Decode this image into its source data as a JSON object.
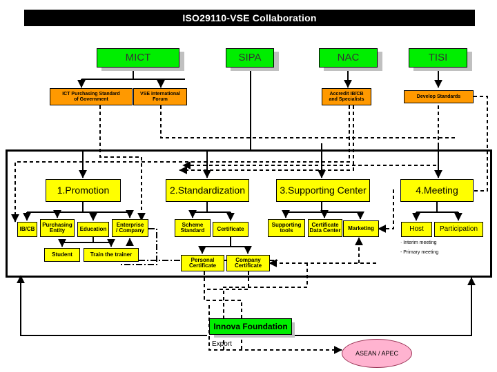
{
  "title": "ISO29110-VSE Collaboration",
  "agencies": [
    {
      "id": "mict",
      "label": "MICT"
    },
    {
      "id": "sipa",
      "label": "SIPA"
    },
    {
      "id": "nac",
      "label": "NAC"
    },
    {
      "id": "tisi",
      "label": "TISI"
    }
  ],
  "agency_tasks": [
    {
      "id": "ict-purchasing",
      "line1": "ICT Purchasing Standard",
      "line2": "of Government"
    },
    {
      "id": "vse-forum",
      "line1": "VSE international",
      "line2": "Forum"
    },
    {
      "id": "accredit",
      "line1": "Accredit IB/CB",
      "line2": "and Specialists"
    },
    {
      "id": "develop",
      "line1": "Develop Standards",
      "line2": ""
    }
  ],
  "pillars": [
    {
      "id": "promotion",
      "label": "1.Promotion"
    },
    {
      "id": "standardization",
      "label": "2.Standardization"
    },
    {
      "id": "supporting",
      "label": "3.Supporting Center"
    },
    {
      "id": "meeting",
      "label": "4.Meeting"
    }
  ],
  "promotion_children": [
    {
      "id": "ibcb",
      "line1": "IB/CB",
      "line2": ""
    },
    {
      "id": "purchasing",
      "line1": "Purchasing",
      "line2": "Entity"
    },
    {
      "id": "education",
      "line1": "Education",
      "line2": ""
    },
    {
      "id": "enterprise",
      "line1": "Enterprise",
      "line2": "/ Company"
    }
  ],
  "education_children": [
    {
      "id": "student",
      "label": "Student"
    },
    {
      "id": "trainer",
      "label": "Train the trainer"
    }
  ],
  "standardization_children": [
    {
      "id": "scheme",
      "line1": "Scheme",
      "line2": "Standard"
    },
    {
      "id": "certificate",
      "line1": "Certificate",
      "line2": ""
    }
  ],
  "certificate_children": [
    {
      "id": "personal-cert",
      "line1": "Personal",
      "line2": "Certificate"
    },
    {
      "id": "company-cert",
      "line1": "Company",
      "line2": "Certificate"
    }
  ],
  "supporting_children": [
    {
      "id": "supporting-tools",
      "line1": "Supporting",
      "line2": "tools"
    },
    {
      "id": "cert-data-center",
      "line1": "Certificate",
      "line2": "Data Center"
    },
    {
      "id": "marketing",
      "line1": "Marketing",
      "line2": ""
    }
  ],
  "meeting_children": [
    {
      "id": "host",
      "label": "Host"
    },
    {
      "id": "participation",
      "label": "Participation"
    }
  ],
  "meeting_notes": [
    {
      "id": "interim",
      "text": "· Interim meeting"
    },
    {
      "id": "primary",
      "text": "- Primary meeting"
    }
  ],
  "footer": {
    "foundation": "Innova Foundation",
    "export_label": "Export",
    "region": "ASEAN / APEC"
  },
  "colors": {
    "title_bar": "#000000",
    "agency_fill": "#00ee00",
    "task_fill": "#ff9900",
    "pillar_fill": "#ffff00",
    "foundation_fill": "#00ee00",
    "region_fill": "#ffb3d0",
    "shadow": "#c0c0c0"
  }
}
